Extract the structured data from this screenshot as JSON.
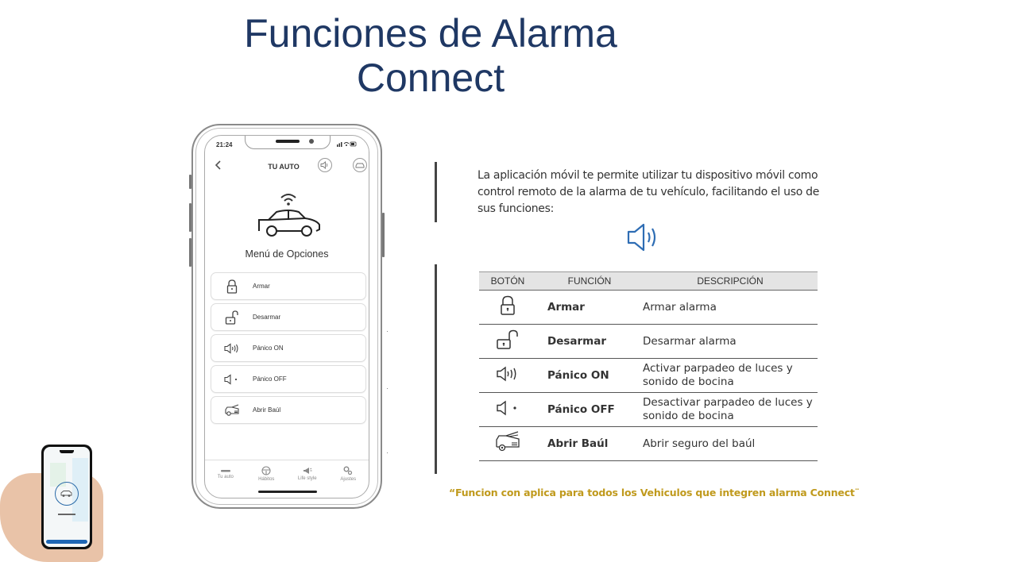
{
  "slide": {
    "title_line1": "Funciones de Alarma",
    "title_line2": "Connect",
    "accent_color": "#1f3864",
    "note_color": "#c09a1d"
  },
  "phone": {
    "status_time": "21:24",
    "status_icons": "signal wifi battery",
    "header": {
      "back_icon": "chevron-left-icon",
      "title": "TU AUTO",
      "right_icons": [
        "speaker-icon",
        "car-icon"
      ]
    },
    "illustration": "car-with-signal-icon",
    "menu_title": "Menú de Opciones",
    "menu_items": [
      {
        "icon": "lock-closed-icon",
        "label": "Armar"
      },
      {
        "icon": "lock-open-icon",
        "label": "Desarmar"
      },
      {
        "icon": "speaker-on-icon",
        "label": "Pánico ON"
      },
      {
        "icon": "speaker-off-icon",
        "label": "Pánico OFF"
      },
      {
        "icon": "car-trunk-icon",
        "label": "Abrir Baúl"
      }
    ],
    "tabbar": [
      {
        "icon": "car-icon",
        "label": "Tu auto"
      },
      {
        "icon": "steering-wheel-icon",
        "label": "Hábitos"
      },
      {
        "icon": "megaphone-icon",
        "label": "Life style"
      },
      {
        "icon": "gears-icon",
        "label": "Ajustes"
      }
    ]
  },
  "intro": {
    "text": "La aplicación móvil te permite utilizar tu dispositivo móvil como control remoto de la alarma de tu vehículo, facilitando el uso de sus funciones:",
    "icon": "speaker-on-icon",
    "icon_color": "#2e6db4"
  },
  "table": {
    "headers": [
      "BOTÓN",
      "FUNCIÓN",
      "DESCRIPCIÓN"
    ],
    "rows": [
      {
        "icon": "lock-closed-icon",
        "function": "Armar",
        "description": "Armar alarma"
      },
      {
        "icon": "lock-open-icon",
        "function": "Desarmar",
        "description": "Desarmar alarma"
      },
      {
        "icon": "speaker-on-icon",
        "function": "Pánico ON",
        "description": "Activar parpadeo de luces y sonido de bocina"
      },
      {
        "icon": "speaker-off-icon",
        "function": "Pánico OFF",
        "description": "Desactivar parpadeo de luces y sonido de bocina"
      },
      {
        "icon": "car-trunk-icon",
        "function": "Abrir Baúl",
        "description": "Abrir seguro del baúl"
      }
    ]
  },
  "note": "“Funcion con aplica para todos los Vehiculos que integren alarma Connect¨"
}
